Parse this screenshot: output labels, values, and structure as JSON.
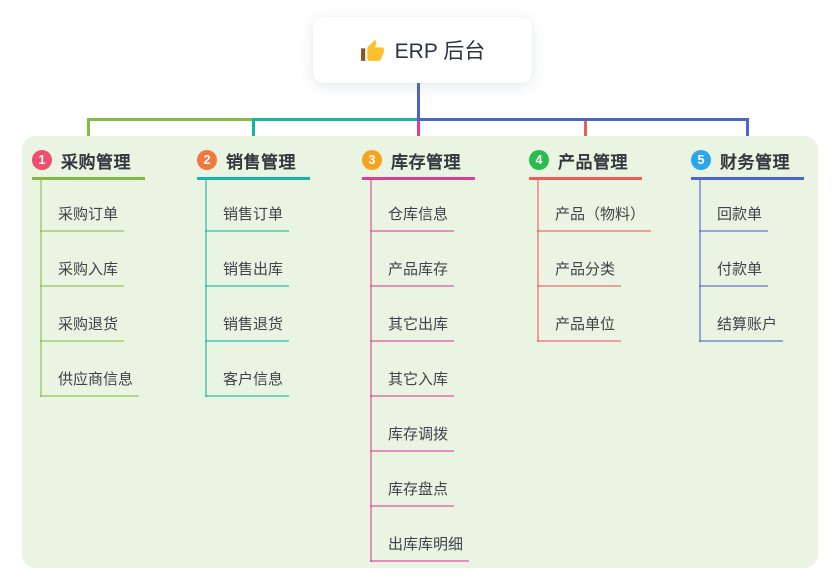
{
  "root": {
    "label": "ERP 后台",
    "icon": "thumbs-up-icon",
    "stem_color": "#4a66cc"
  },
  "panel_color": "#e9f5e2",
  "branches": [
    {
      "index": "1",
      "title": "采购管理",
      "color": "#83bd3f",
      "badge_color": "#ef4e6e",
      "children": [
        "采购订单",
        "采购入库",
        "采购退货",
        "供应商信息"
      ]
    },
    {
      "index": "2",
      "title": "销售管理",
      "color": "#16b3a6",
      "badge_color": "#f07a3d",
      "children": [
        "销售订单",
        "销售出库",
        "销售退货",
        "客户信息"
      ]
    },
    {
      "index": "3",
      "title": "库存管理",
      "color": "#dc3f97",
      "badge_color": "#f5a41f",
      "children": [
        "仓库信息",
        "产品库存",
        "其它出库",
        "其它入库",
        "库存调拨",
        "库存盘点",
        "出库库明细"
      ]
    },
    {
      "index": "4",
      "title": "产品管理",
      "color": "#f15a55",
      "badge_color": "#29bd4f",
      "children": [
        "产品（物料）",
        "产品分类",
        "产品单位"
      ]
    },
    {
      "index": "5",
      "title": "财务管理",
      "color": "#4a66cc",
      "badge_color": "#2ca6e8",
      "children": [
        "回款单",
        "付款单",
        "结算账户"
      ]
    }
  ]
}
